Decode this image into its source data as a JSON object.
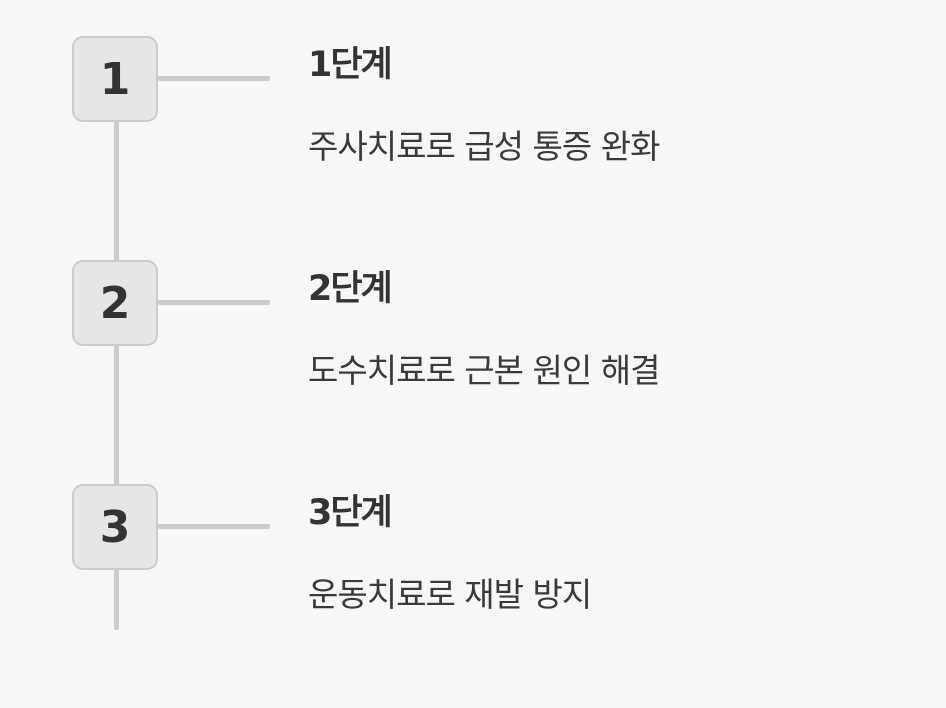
{
  "timeline": {
    "steps": [
      {
        "number": "1",
        "title": "1단계",
        "description": "주사치료로 급성 통증 완화"
      },
      {
        "number": "2",
        "title": "2단계",
        "description": "도수치료로 근본 원인 해결"
      },
      {
        "number": "3",
        "title": "3단계",
        "description": "운동치료로 재발 방지"
      }
    ],
    "colors": {
      "background": "#f7f7f7",
      "box_fill": "#e6e6e6",
      "box_border": "#cccccc",
      "connector": "#cccccc",
      "text": "#333333"
    }
  }
}
